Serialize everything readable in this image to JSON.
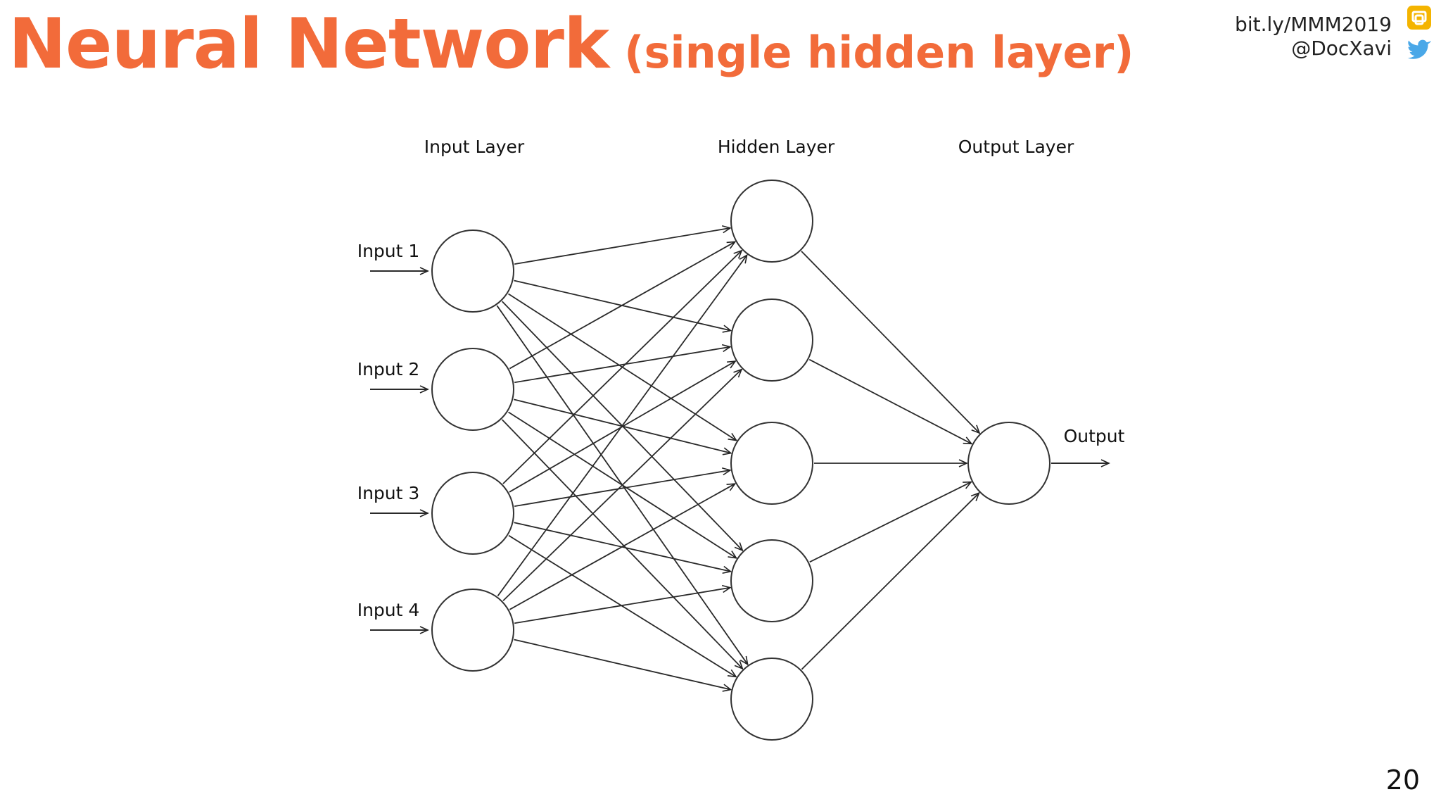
{
  "slide": {
    "title": "Neural Network",
    "subtitle": "(single hidden layer)",
    "link": "bit.ly/MMM2019",
    "handle": "@DocXavi",
    "page_number": "20",
    "accent_color": "#f26b3a",
    "icons": [
      "slides-icon",
      "twitter-bird-icon"
    ]
  },
  "diagram": {
    "layers": [
      {
        "label": "Input Layer",
        "nodes": [
          "Input 1",
          "Input 2",
          "Input 3",
          "Input 4"
        ]
      },
      {
        "label": "Hidden Layer",
        "nodes": 5
      },
      {
        "label": "Output Layer",
        "nodes": 1
      }
    ],
    "output_label": "Output",
    "connections": "fully-connected"
  }
}
